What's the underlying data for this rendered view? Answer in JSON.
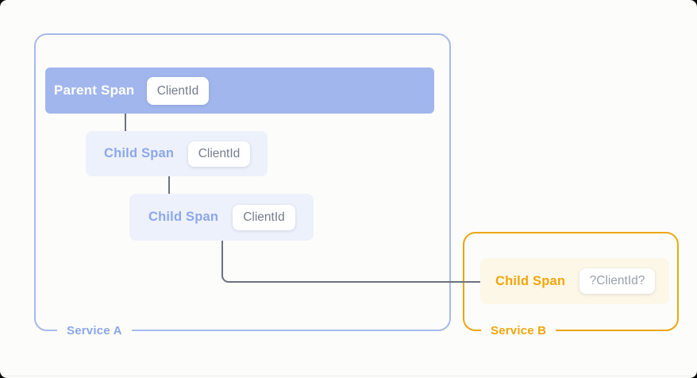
{
  "diagram": {
    "title_semantic": "distributed-tracing-span-propagation",
    "colors": {
      "page_bg": "#fcfcfa",
      "parent_span_bg": "#a2b6ee",
      "child_span_bg": "#edf1fb",
      "child_span_b_bg": "#fdf7e8",
      "blue_accent": "#8ca6ea",
      "blue_border": "#a6baec",
      "amber_accent": "#f0a60b",
      "amber_border": "#eda60e",
      "connector": "#6b7280",
      "badge_bg": "#ffffff",
      "badge_text": "#757c8c"
    },
    "service_a": {
      "label": "Service A",
      "spans": [
        {
          "label": "Parent Span",
          "badge": "ClientId"
        },
        {
          "label": "Child Span",
          "badge": "ClientId"
        },
        {
          "label": "Child Span",
          "badge": "ClientId"
        }
      ]
    },
    "service_b": {
      "label": "Service B",
      "spans": [
        {
          "label": "Child Span",
          "badge": "?ClientId?"
        }
      ]
    }
  }
}
